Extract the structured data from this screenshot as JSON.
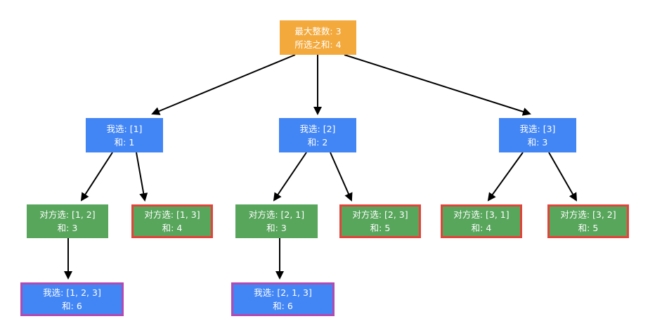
{
  "diagram": {
    "type": "game-tree",
    "colors": {
      "root_fill": "#F3A93C",
      "my_fill": "#4285F4",
      "opponent_fill": "#58A55C",
      "losing_border": "#E2443B",
      "final_border": "#B14AB3",
      "arrow": "#000000",
      "node_text": "#ffffff",
      "background": "#ffffff"
    },
    "nodes": [
      {
        "id": "root",
        "type": "root",
        "highlight": "none",
        "line1": "最大整数: 3",
        "line2": "所选之和: 4"
      },
      {
        "id": "pick-1",
        "type": "mine",
        "highlight": "none",
        "line1": "我选: [1]",
        "line2": "和: 1"
      },
      {
        "id": "pick-2",
        "type": "mine",
        "highlight": "none",
        "line1": "我选: [2]",
        "line2": "和: 2"
      },
      {
        "id": "pick-3",
        "type": "mine",
        "highlight": "none",
        "line1": "我选: [3]",
        "line2": "和: 3"
      },
      {
        "id": "opp-1-2",
        "type": "opponent",
        "highlight": "none",
        "line1": "对方选: [1, 2]",
        "line2": "和: 3"
      },
      {
        "id": "opp-1-3",
        "type": "opponent",
        "highlight": "red",
        "line1": "对方选: [1, 3]",
        "line2": "和: 4"
      },
      {
        "id": "opp-2-1",
        "type": "opponent",
        "highlight": "none",
        "line1": "对方选: [2, 1]",
        "line2": "和: 3"
      },
      {
        "id": "opp-2-3",
        "type": "opponent",
        "highlight": "red",
        "line1": "对方选: [2, 3]",
        "line2": "和: 5"
      },
      {
        "id": "opp-3-1",
        "type": "opponent",
        "highlight": "red",
        "line1": "对方选: [3, 1]",
        "line2": "和: 4"
      },
      {
        "id": "opp-3-2",
        "type": "opponent",
        "highlight": "red",
        "line1": "对方选: [3, 2]",
        "line2": "和: 5"
      },
      {
        "id": "final-1-2-3",
        "type": "mine",
        "highlight": "purple",
        "line1": "我选: [1, 2, 3]",
        "line2": "和: 6"
      },
      {
        "id": "final-2-1-3",
        "type": "mine",
        "highlight": "purple",
        "line1": "我选: [2, 1, 3]",
        "line2": "和: 6"
      }
    ],
    "edges": [
      {
        "from": "root",
        "to": "pick-1"
      },
      {
        "from": "root",
        "to": "pick-2"
      },
      {
        "from": "root",
        "to": "pick-3"
      },
      {
        "from": "pick-1",
        "to": "opp-1-2"
      },
      {
        "from": "pick-1",
        "to": "opp-1-3"
      },
      {
        "from": "pick-2",
        "to": "opp-2-1"
      },
      {
        "from": "pick-2",
        "to": "opp-2-3"
      },
      {
        "from": "pick-3",
        "to": "opp-3-1"
      },
      {
        "from": "pick-3",
        "to": "opp-3-2"
      },
      {
        "from": "opp-1-2",
        "to": "final-1-2-3"
      },
      {
        "from": "opp-2-1",
        "to": "final-2-1-3"
      }
    ]
  }
}
